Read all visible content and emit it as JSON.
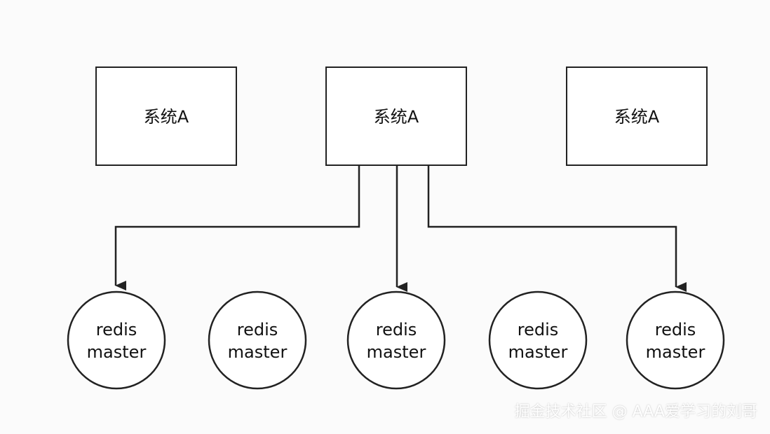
{
  "systems": [
    {
      "label": "系统A"
    },
    {
      "label": "系统A"
    },
    {
      "label": "系统A"
    }
  ],
  "redis_nodes": [
    {
      "line1": "redis",
      "line2": "master"
    },
    {
      "line1": "redis",
      "line2": "master"
    },
    {
      "line1": "redis",
      "line2": "master"
    },
    {
      "line1": "redis",
      "line2": "master"
    },
    {
      "line1": "redis",
      "line2": "master"
    }
  ],
  "connections": [
    {
      "from": "system-2",
      "to": "redis-1"
    },
    {
      "from": "system-2",
      "to": "redis-3"
    },
    {
      "from": "system-2",
      "to": "redis-5"
    }
  ],
  "watermark": "掘金技术社区 @ AAA爱学习的刘哥",
  "colors": {
    "stroke": "#222222",
    "background": "#fbfbfb",
    "watermark_text": "#ffffff"
  }
}
